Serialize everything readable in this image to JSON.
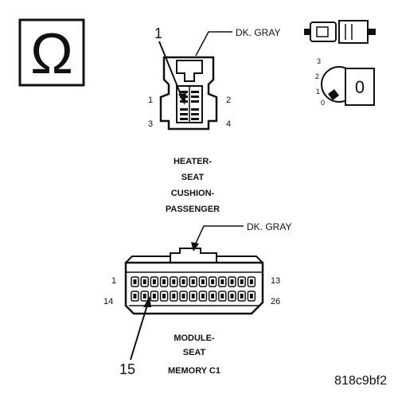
{
  "ohm_symbol": "Ω",
  "connector_top": {
    "color_label": "DK. GRAY",
    "callout": "1",
    "pins": [
      "1",
      "2",
      "3",
      "4"
    ],
    "name_lines": [
      "HEATER-",
      "SEAT",
      "CUSHION-",
      "PASSENGER"
    ]
  },
  "connector_bottom": {
    "color_label": "DK. GRAY",
    "callout": "15",
    "pin_left_top": "1",
    "pin_right_top": "13",
    "pin_left_bottom": "14",
    "pin_right_bottom": "26",
    "name_lines": [
      "MODULE-",
      "SEAT",
      "MEMORY C1"
    ]
  },
  "ignition": {
    "positions": [
      "3",
      "2",
      "1",
      "0"
    ],
    "key_label": "0"
  },
  "figure_id": "818c9bf2"
}
